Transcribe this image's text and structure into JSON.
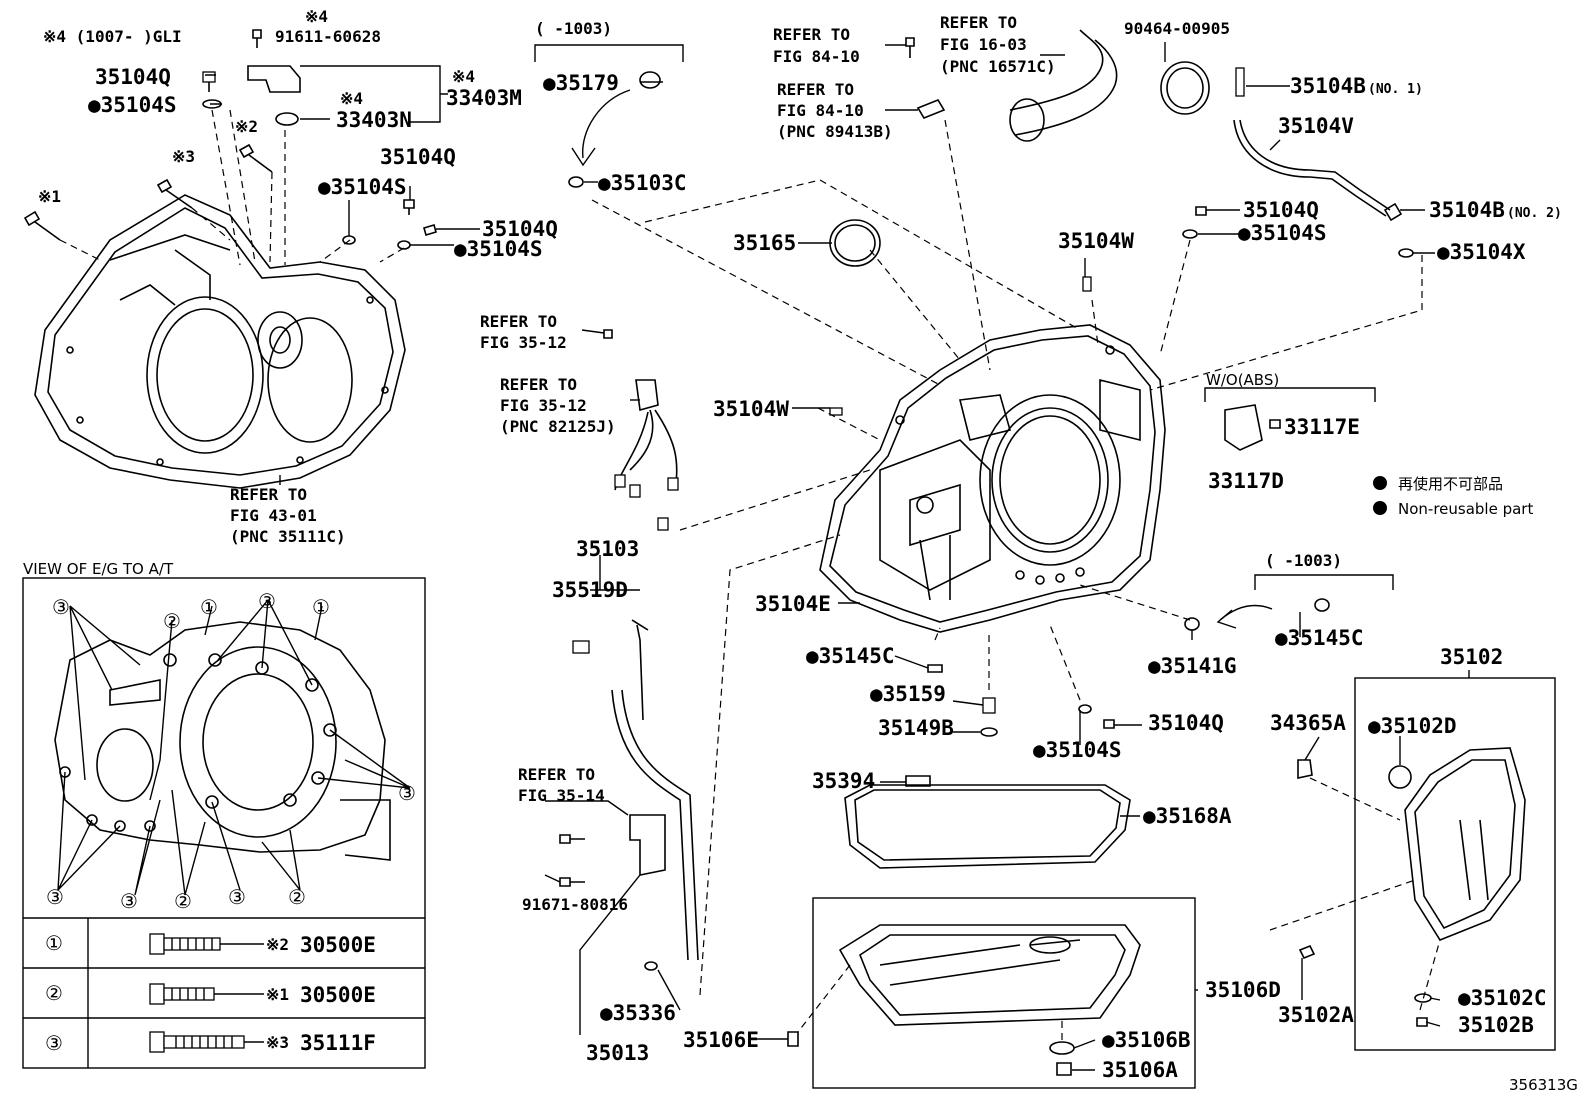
{
  "labels": {
    "l4_range": "※4 (1007-      )GLI",
    "l4_mark": "※4",
    "p91611": "91611-60628",
    "p35104Q_a": "35104Q",
    "p35104S_a": "●35104S",
    "p33403M": "33403M",
    "p33403N": "33403N",
    "m4b": "※4",
    "m4c": "※4",
    "m2": "※2",
    "m3": "※3",
    "m1": "※1",
    "p35104Q_b": "35104Q",
    "p35104S_b": "●35104S",
    "p35104Q_c": "35104Q",
    "p35104S_c": "●35104S",
    "ref4301_a": "REFER TO",
    "ref4301_b": "FIG 43-01",
    "ref4301_c": "(PNC 35111C)",
    "range1003_a": "(     -1003)",
    "p35179": "●35179",
    "p35103C": "●35103C",
    "ref8410a_a": "REFER TO",
    "ref8410a_b": "FIG 84-10",
    "ref8410b_a": "REFER TO",
    "ref8410b_b": "FIG 84-10",
    "ref8410b_c": "(PNC 89413B)",
    "ref1603_a": "REFER TO",
    "ref1603_b": "FIG 16-03",
    "ref1603_c": "(PNC 16571C)",
    "p90464": "90464-00905",
    "p35104B1": "35104B",
    "p35104B1_no": "(NO. 1)",
    "p35104V": "35104V",
    "p35104B2": "35104B",
    "p35104B2_no": "(NO. 2)",
    "p35104Q_d": "35104Q",
    "p35104S_d": "●35104S",
    "p35104X": "●35104X",
    "p35165": "35165",
    "p35104W_a": "35104W",
    "p35104W_b": "35104W",
    "ref3512a_a": "REFER TO",
    "ref3512a_b": "FIG 35-12",
    "ref3512b_a": "REFER TO",
    "ref3512b_b": "FIG 35-12",
    "ref3512b_c": "(PNC 82125J)",
    "wo_abs": "W/O(ABS)",
    "p33117E": "33117E",
    "p33117D": "33117D",
    "legend_jp": "再使用不可部品",
    "legend_en": "Non-reusable part",
    "p35103": "35103",
    "p35519D": "35519D",
    "p35104E": "35104E",
    "range1003_b": "(     -1003)",
    "p35145C_a": "●35145C",
    "p35145C_b": "●35145C",
    "p35141G": "●35141G",
    "p35159": "●35159",
    "p35149B": "35149B",
    "p35104Q_e": "35104Q",
    "p35104S_e": "●35104S",
    "p35102": "35102",
    "p34365A": "34365A",
    "p35102D": "●35102D",
    "p35394": "35394",
    "p35168A": "●35168A",
    "ref3514_a": "REFER TO",
    "ref3514_b": "FIG 35-14",
    "p91671": "91671-80816",
    "p35336": "●35336",
    "p35013": "35013",
    "p35106E": "35106E",
    "p35106D": "35106D",
    "p35106B": "●35106B",
    "p35106A": "35106A",
    "p35102A": "35102A",
    "p35102C": "●35102C",
    "p35102B": "35102B",
    "fig_no": "356313G"
  },
  "view_box": {
    "title": "VIEW OF E/G TO A/T",
    "rows": [
      {
        "circle": "①",
        "mark": "※2",
        "part": "30500E"
      },
      {
        "circle": "②",
        "mark": "※1",
        "part": "30500E"
      },
      {
        "circle": "③",
        "mark": "※3",
        "part": "35111F"
      }
    ]
  }
}
